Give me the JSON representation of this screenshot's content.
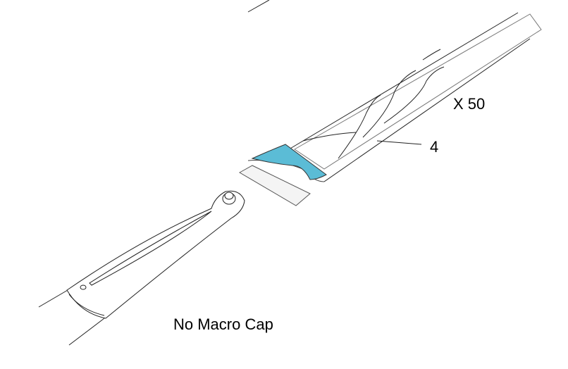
{
  "labels": {
    "quantity": "X 50",
    "part_number": "4",
    "caption": "No Macro Cap"
  },
  "colors": {
    "sleeve_tab": "#5bbcd6",
    "line": "#222222"
  }
}
